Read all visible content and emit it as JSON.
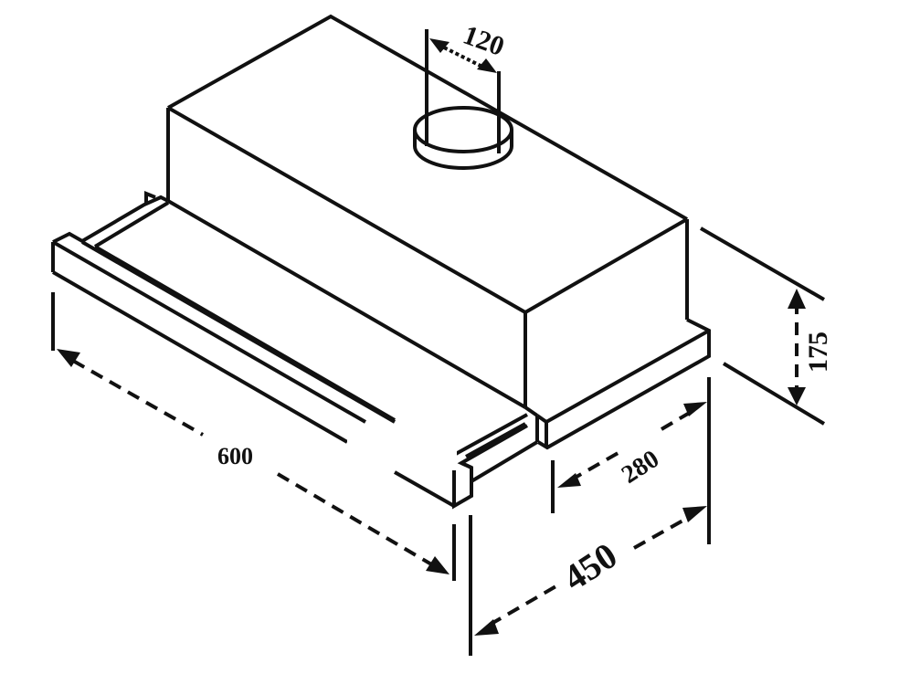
{
  "diagram": {
    "subject": "Telescopic cooker hood - isometric dimension drawing",
    "units": "mm",
    "line_color": "#111111",
    "background": "#ffffff",
    "dimensions": {
      "width": {
        "label": "600"
      },
      "depth_total": {
        "label": "450"
      },
      "depth_slide": {
        "label": "280"
      },
      "height": {
        "label": "175"
      },
      "duct_diameter": {
        "label": "120"
      }
    },
    "components": [
      {
        "id": "main-body",
        "label": "Hood main body"
      },
      {
        "id": "duct-collar",
        "label": "Round exhaust duct collar"
      },
      {
        "id": "slide-out-visor",
        "label": "Telescopic slide-out front panel"
      },
      {
        "id": "side-rail-right",
        "label": "Right base rail"
      }
    ]
  }
}
